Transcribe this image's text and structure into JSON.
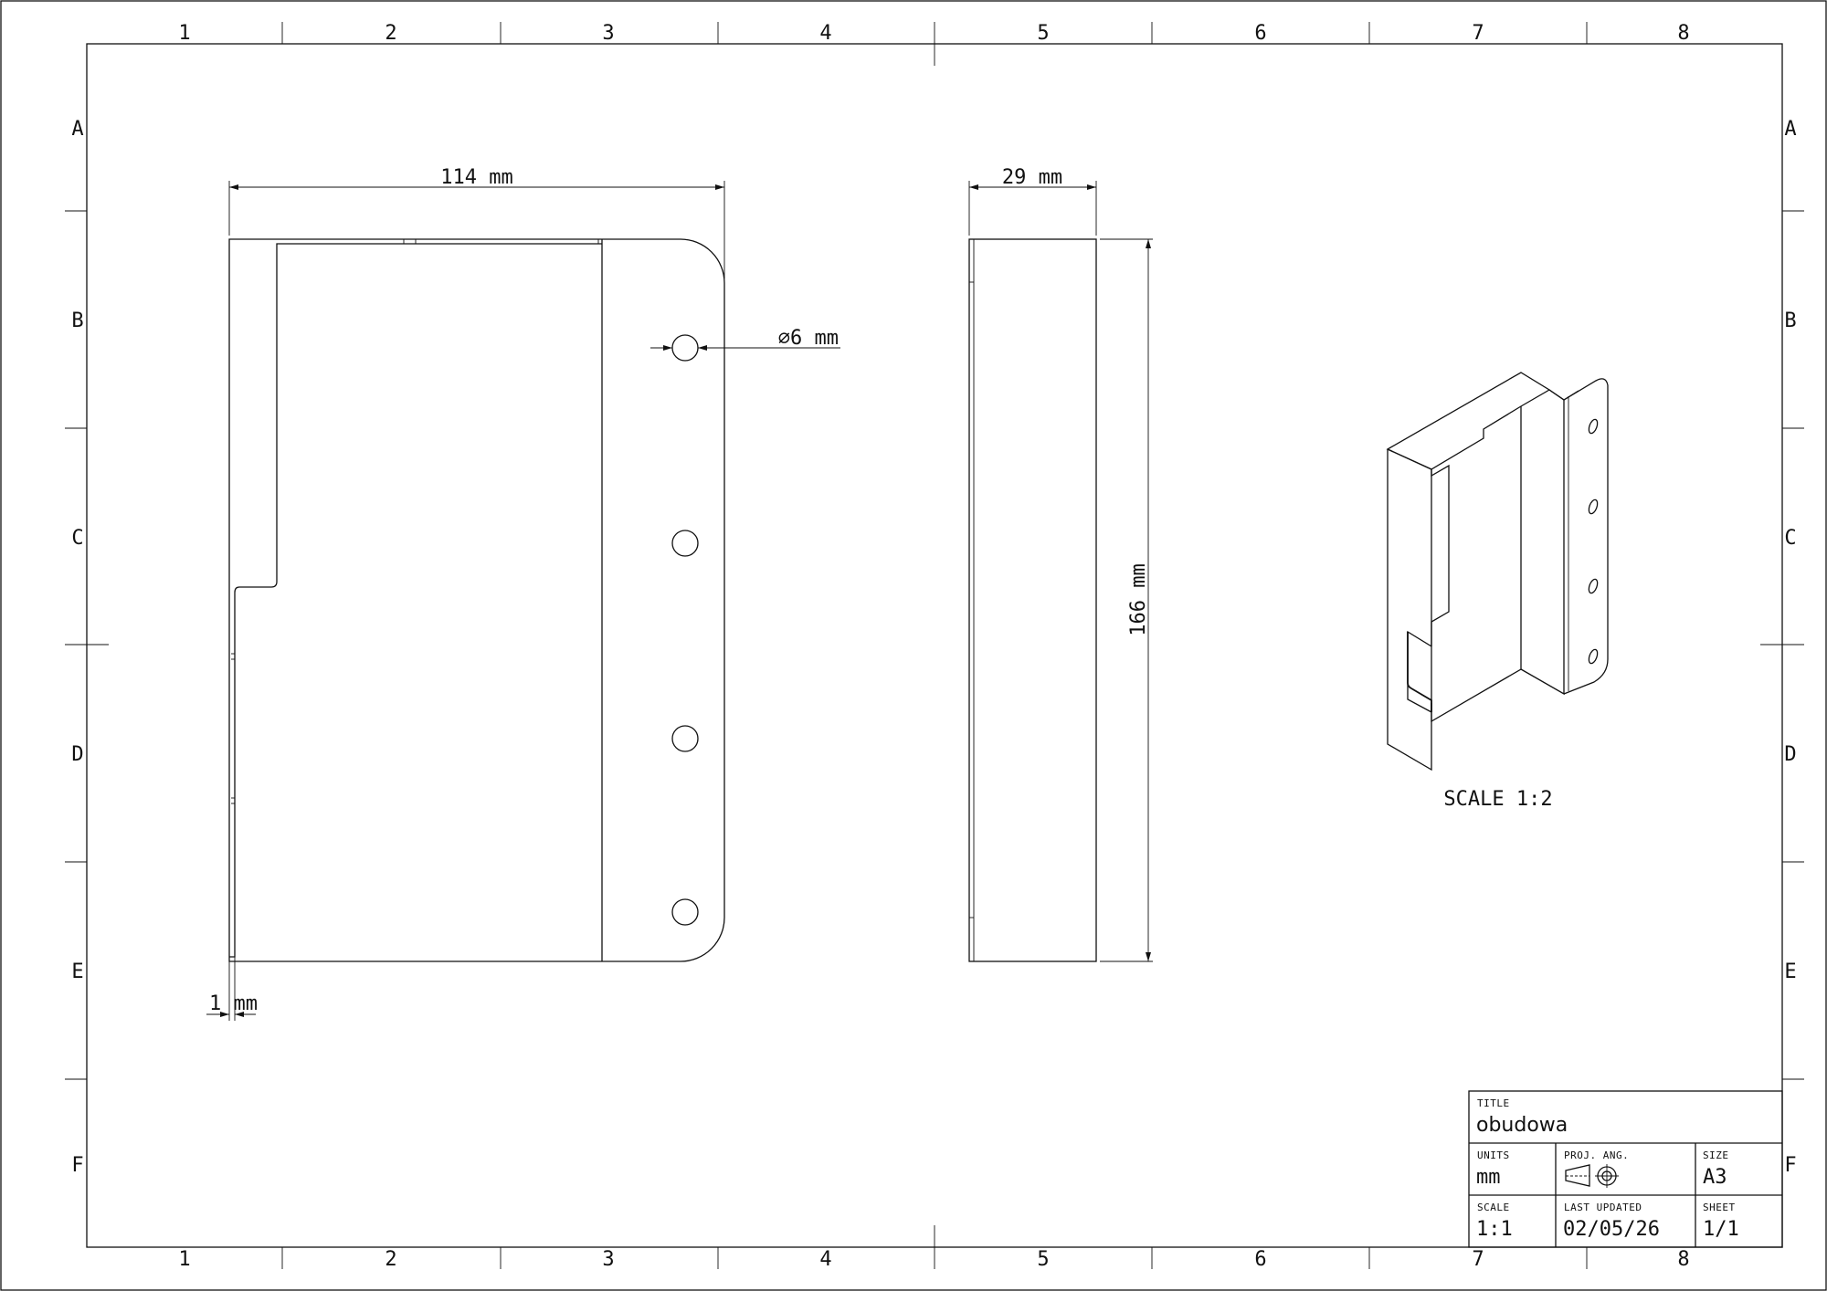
{
  "sheet": {
    "columns": [
      "1",
      "2",
      "3",
      "4",
      "5",
      "6",
      "7",
      "8"
    ],
    "rows": [
      "A",
      "B",
      "C",
      "D",
      "E",
      "F"
    ]
  },
  "dimensions": {
    "width": "114 mm",
    "depth": "29 mm",
    "height": "166 mm",
    "hole": "⌀6 mm",
    "thickness": "1 mm"
  },
  "iso_view": {
    "scale_label": "SCALE 1:2"
  },
  "title_block": {
    "title_label": "TITLE",
    "title": "obudowa",
    "units_label": "UNITS",
    "units": "mm",
    "proj_label": "PROJ. ANG.",
    "size_label": "SIZE",
    "size": "A3",
    "scale_label": "SCALE",
    "scale": "1:1",
    "updated_label": "LAST UPDATED",
    "updated": "02/05/26",
    "sheet_label": "SHEET",
    "sheet": "1/1"
  }
}
